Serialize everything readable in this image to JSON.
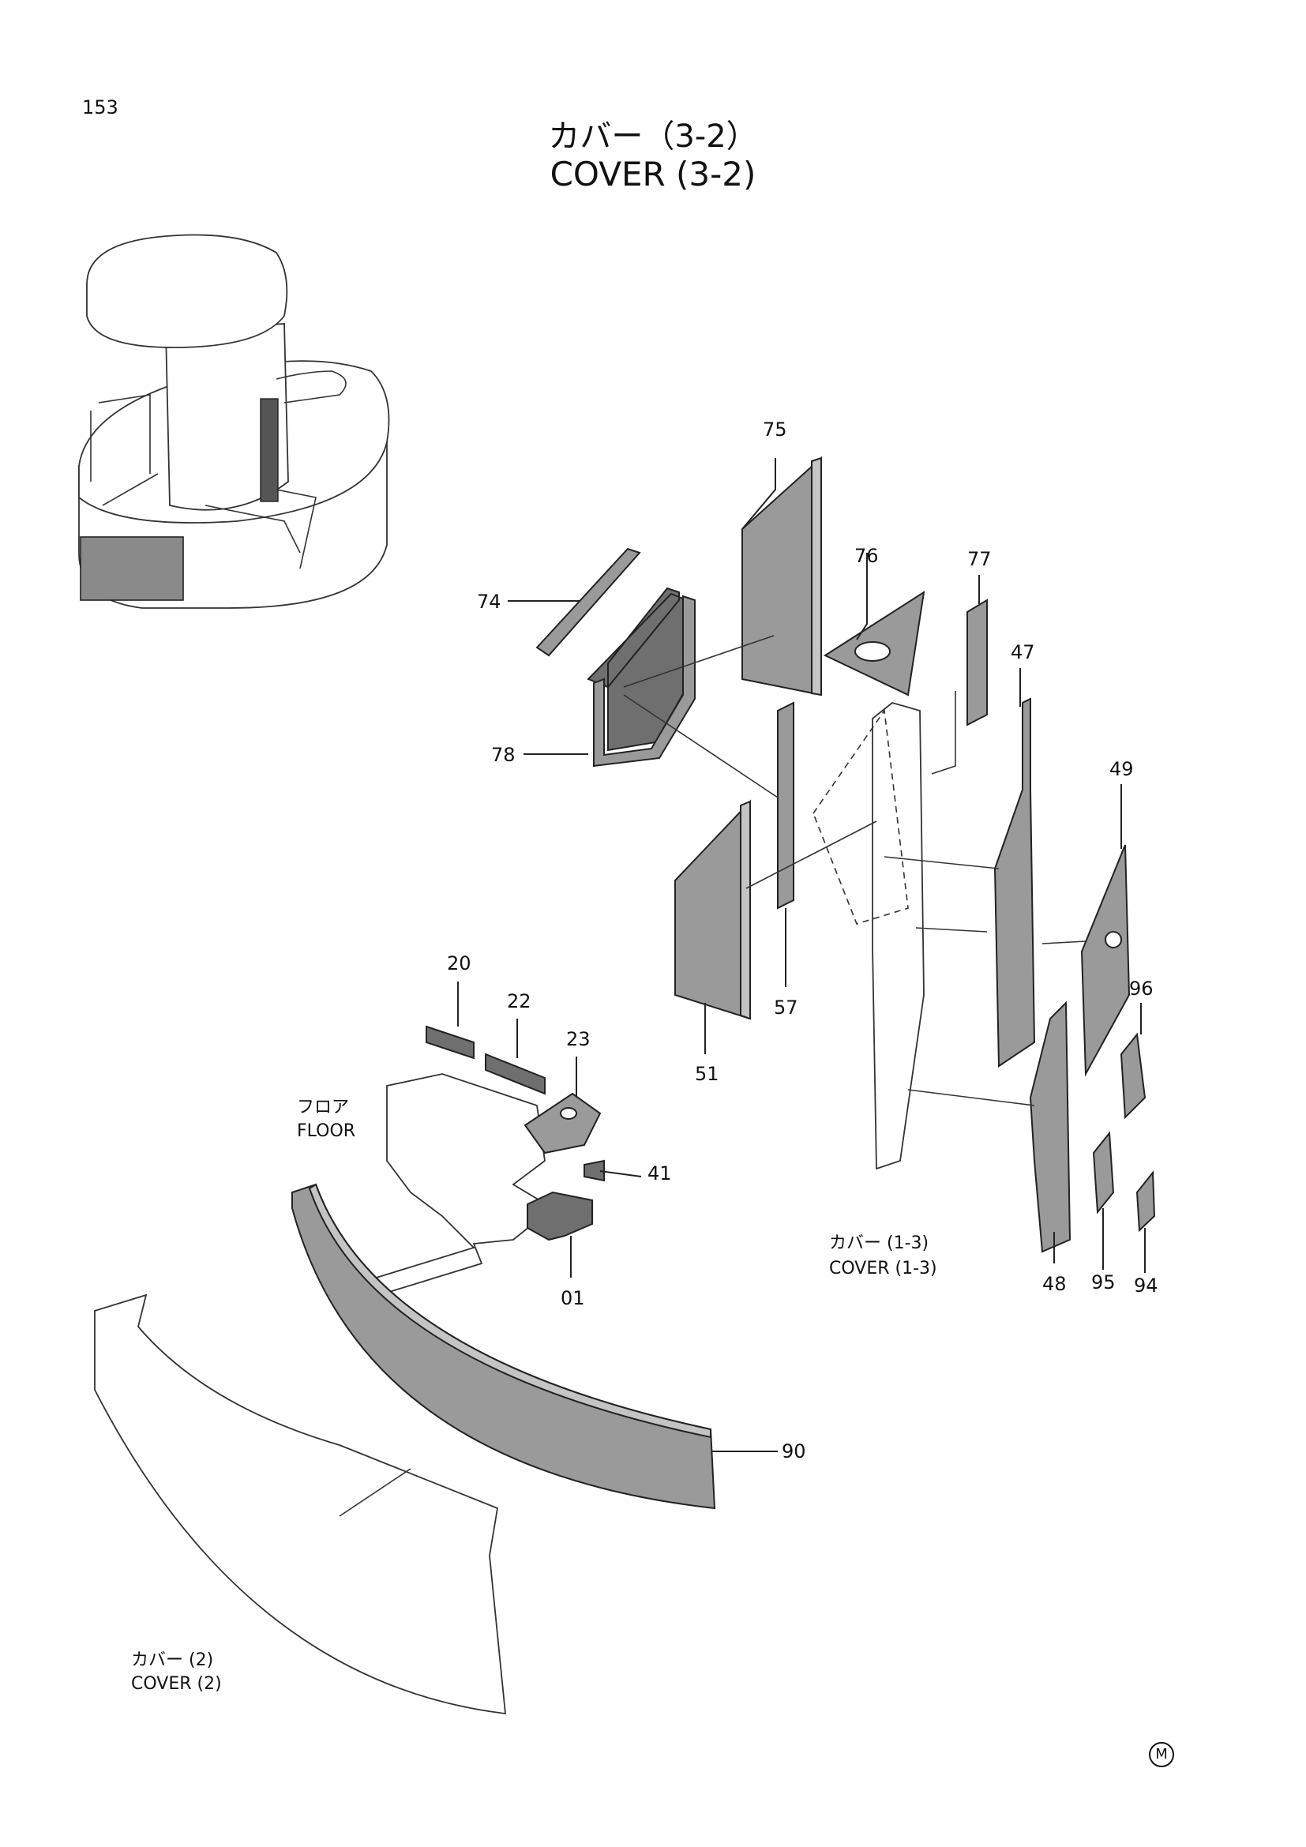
{
  "page_number": "153",
  "title": {
    "jp": "カバー（3-2）",
    "en": "COVER (3-2)"
  },
  "callouts": {
    "p75": "75",
    "p74": "74",
    "p76": "76",
    "p77": "77",
    "p47": "47",
    "p78": "78",
    "p49": "49",
    "p57": "57",
    "p51": "51",
    "p96": "96",
    "p20": "20",
    "p22": "22",
    "p23": "23",
    "p41": "41",
    "p01": "01",
    "p48": "48",
    "p95": "95",
    "p94": "94",
    "p90": "90"
  },
  "references": {
    "floor_jp": "フロア",
    "floor_en": "FLOOR",
    "cover13_jp": "カバー (1-3)",
    "cover13_en": "COVER (1-3)",
    "cover2_jp": "カバー (2)",
    "cover2_en": "COVER (2)"
  },
  "corner_mark": "M"
}
